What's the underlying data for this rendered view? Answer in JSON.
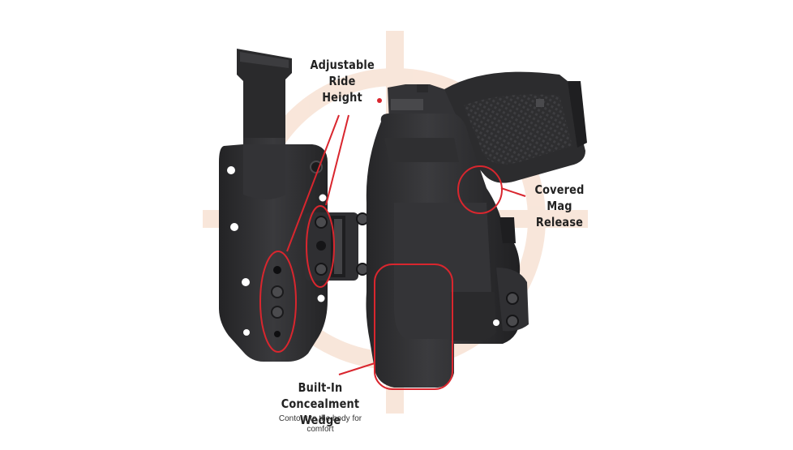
{
  "callouts": {
    "ride_height": {
      "lines": [
        "Adjustable",
        "Ride",
        "Height"
      ]
    },
    "mag_release": {
      "lines": [
        "Covered",
        "Mag Release"
      ]
    },
    "wedge": {
      "lines": [
        "Built-In",
        "Concealment Wedge"
      ],
      "subtitle_lines": [
        "Contour to the body for",
        "comfort"
      ]
    }
  },
  "colors": {
    "callout_ring": "#d9262e",
    "kydex": "#2b2b2d",
    "kydex_light": "#3a3a3d",
    "watermark": "#f6dccb"
  },
  "icons": {
    "background": "crosshair-watermark-icon"
  }
}
